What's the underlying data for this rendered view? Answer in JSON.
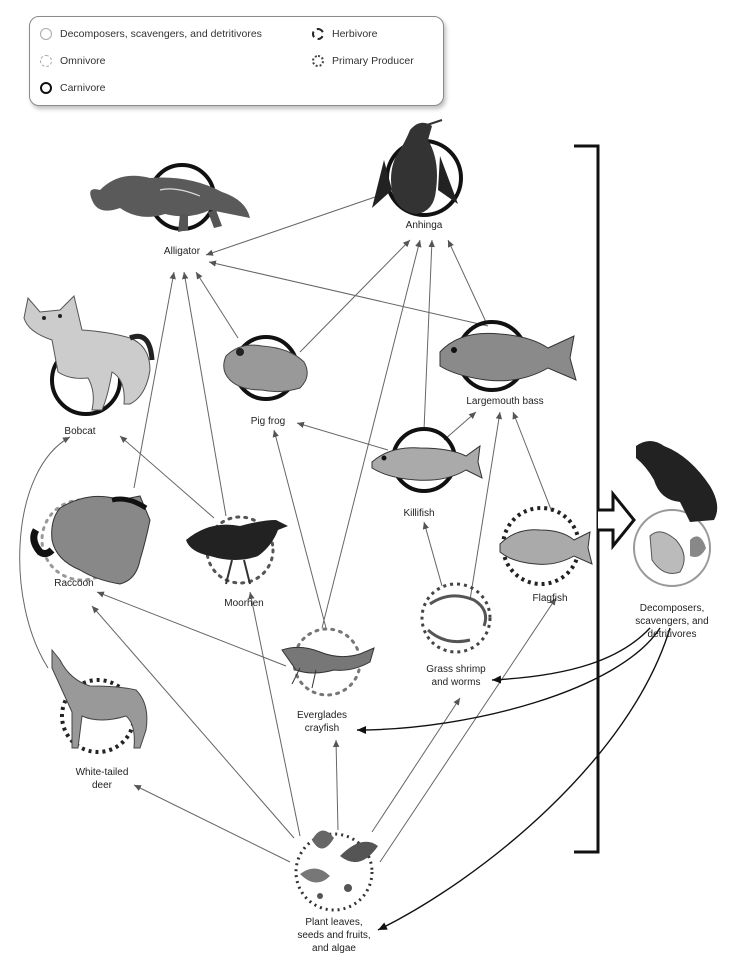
{
  "legend": {
    "decomposers": "Decomposers, scavengers, and detritivores",
    "herbivore": "Herbivore",
    "omnivore": "Omnivore",
    "primary_producer": "Primary Producer",
    "carnivore": "Carnivore"
  },
  "organisms": {
    "alligator": "Alligator",
    "anhinga": "Anhinga",
    "bobcat": "Bobcat",
    "pig_frog": "Pig frog",
    "largemouth_bass": "Largemouth bass",
    "killifish": "Killifish",
    "raccoon": "Raccoon",
    "moorhen": "Moorhen",
    "flagfish": "Flagfish",
    "decomposers": [
      "Decomposers,",
      "scavengers, and",
      "detritivores"
    ],
    "grass_shrimp": [
      "Grass shrimp",
      "and worms"
    ],
    "crayfish": [
      "Everglades",
      "crayfish"
    ],
    "deer": [
      "White-tailed",
      "deer"
    ],
    "plants": [
      "Plant leaves,",
      "seeds and fruits,",
      "and algae"
    ]
  }
}
